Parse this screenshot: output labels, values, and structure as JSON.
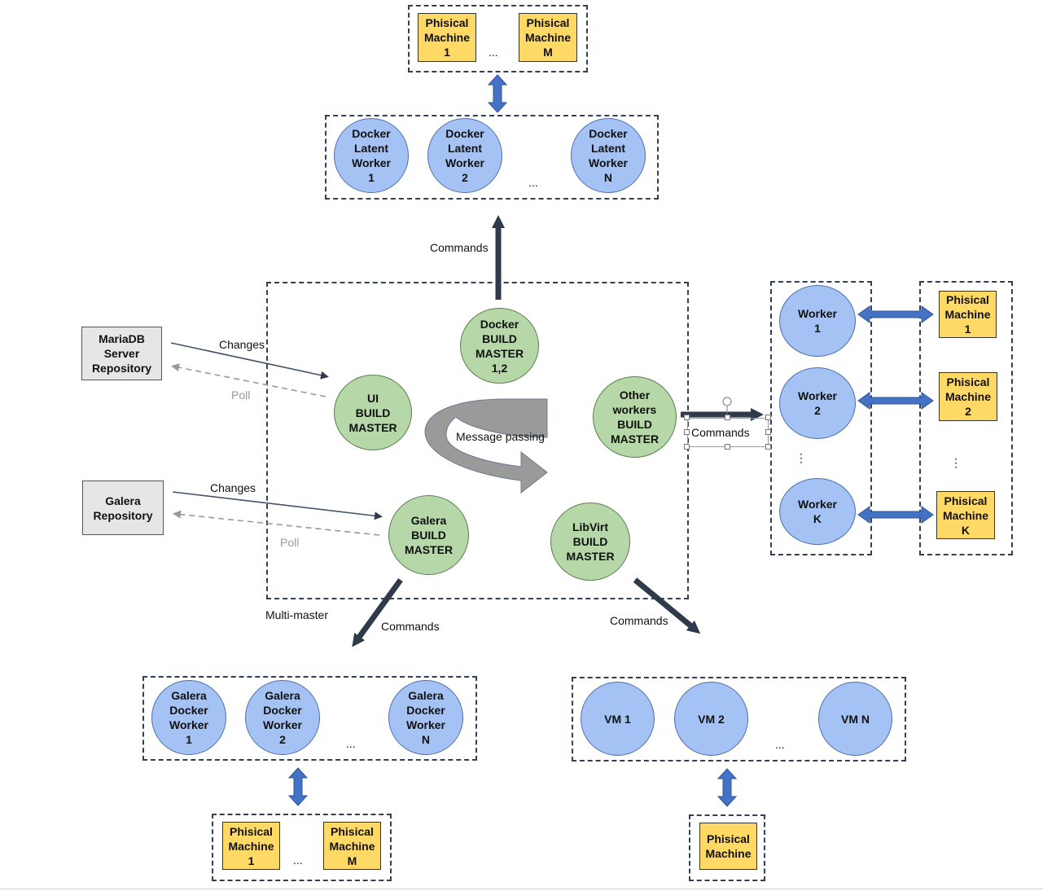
{
  "labels": {
    "commands_top": "Commands",
    "changes_mariadb": "Changes",
    "poll_mariadb": "Poll",
    "changes_galera": "Changes",
    "poll_galera": "Poll",
    "message_passing": "Message passing",
    "commands_right": "Commands",
    "multi_master": "Multi-master",
    "commands_galera": "Commands",
    "commands_libvirt": "Commands"
  },
  "top_phys": {
    "pm1": "Phisical\nMachine\n1",
    "pmM": "Phisical\nMachine\nM",
    "dots": "..."
  },
  "docker_workers": {
    "w1": "Docker\nLatent\nWorker\n1",
    "w2": "Docker\nLatent\nWorker\n2",
    "wN": "Docker\nLatent\nWorker\nN",
    "dots": "..."
  },
  "masters": {
    "docker": "Docker\nBUILD\nMASTER\n1,2",
    "ui": "UI\nBUILD\nMASTER",
    "other": "Other\nworkers\nBUILD\nMASTER",
    "galera": "Galera\nBUILD\nMASTER",
    "libvirt": "LibVirt\nBUILD\nMASTER"
  },
  "repos": {
    "mariadb": "MariaDB\nServer\nRepository",
    "galera": "Galera\nRepository"
  },
  "right_workers": {
    "w1": "Worker\n1",
    "w2": "Worker\n2",
    "wK": "Worker\nK",
    "dots": "⋮"
  },
  "right_phys": {
    "pm1": "Phisical\nMachine\n1",
    "pm2": "Phisical\nMachine\n2",
    "pmK": "Phisical\nMachine\nK",
    "dots": "⋮"
  },
  "galera_workers": {
    "w1": "Galera\nDocker\nWorker\n1",
    "w2": "Galera\nDocker\nWorker\n2",
    "wN": "Galera\nDocker\nWorker\nN",
    "dots": "..."
  },
  "galera_phys": {
    "pm1": "Phisical\nMachine\n1",
    "pmM": "Phisical\nMachine\nM",
    "dots": "..."
  },
  "vms": {
    "vm1": "VM 1",
    "vm2": "VM 2",
    "vmN": "VM N",
    "dots": "..."
  },
  "vm_phys": {
    "pm": "Phisical\nMachine"
  },
  "colors": {
    "worker_blue": "#a4c2f4",
    "master_green": "#b6d7a8",
    "machine_yellow": "#ffd966",
    "repo_gray": "#e6e6e6",
    "double_arrow_blue": "#4472c4",
    "command_arrow_dark": "#2f3a4a"
  }
}
